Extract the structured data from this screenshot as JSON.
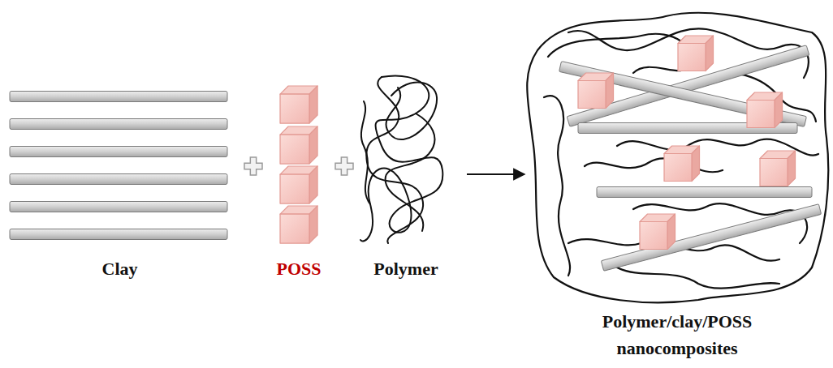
{
  "diagram": {
    "nodes": [
      {
        "text": [
          "Clay"
        ]
      },
      {
        "text": [
          "POSS"
        ]
      },
      {
        "text": [
          "Polymer"
        ]
      },
      {
        "text": [
          "Polymer/clay/POSS nanocomposites"
        ]
      }
    ],
    "edges": [
      {
        "from": 2,
        "to": 3,
        "arrow": "to"
      }
    ]
  }
}
